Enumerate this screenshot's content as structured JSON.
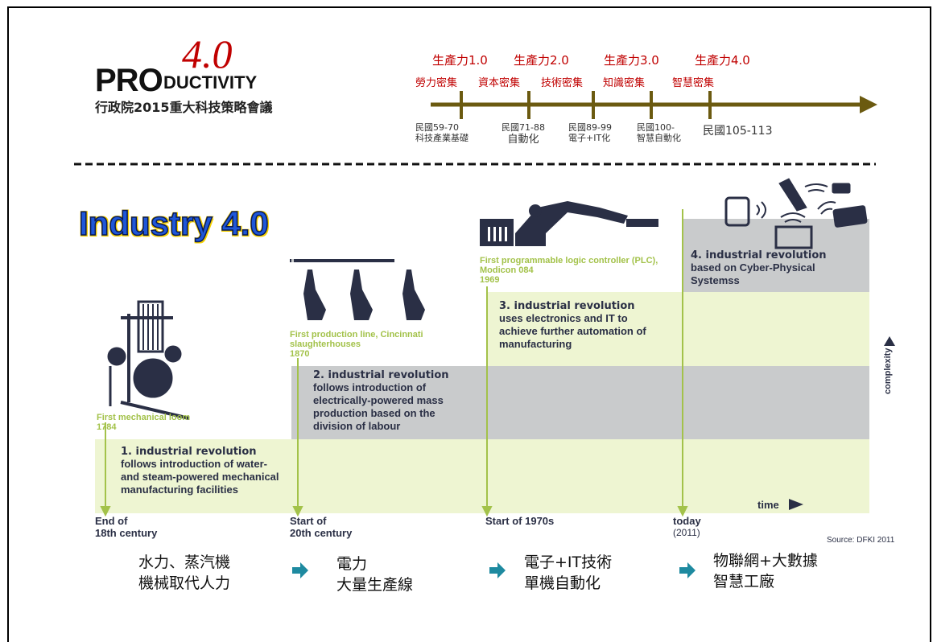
{
  "logo": {
    "pro": "PRO",
    "ductivity": "DUCTIVITY",
    "version": "4.0",
    "subtitle": "行政院2015重大科技策略會議"
  },
  "timeline": {
    "eras": [
      {
        "label": "生產力1.0",
        "sub": "勞力密集"
      },
      {
        "label": "生產力2.0",
        "sub": "資本密集"
      },
      {
        "label": "",
        "sub": "技術密集"
      },
      {
        "label": "生產力3.0",
        "sub": "知識密集"
      },
      {
        "label": "生產力4.0",
        "sub": "智慧密集"
      }
    ],
    "ticks": [
      {
        "line1": "民國59-70",
        "line2": "科技產業基礎"
      },
      {
        "line1": "民國71-88",
        "line2": "自動化"
      },
      {
        "line1": "民國89-99",
        "line2": "電子+IT化"
      },
      {
        "line1": "民國100-",
        "line2": "智慧自動化"
      },
      {
        "line1": "民國105-113",
        "line2": ""
      }
    ]
  },
  "diagram": {
    "title": "Industry 4.0",
    "revolutions": [
      {
        "title": "1. industrial revolution",
        "desc": "follows introduction of water- and steam-powered mechanical manufacturing facilities",
        "note_line1": "First mechanical loom",
        "note_line2": "1784"
      },
      {
        "title": "2. industrial revolution",
        "desc": "follows introduction of electrically-powered mass production based on the division of labour",
        "note_line1": "First production line, Cincinnati slaughterhouses",
        "note_line2": "1870"
      },
      {
        "title": "3. industrial revolution",
        "desc": "uses electronics and IT to achieve further automation of manufacturing",
        "note_line1": "First programmable logic controller (PLC), Modicon 084",
        "note_line2": "1969"
      },
      {
        "title": "4. industrial revolution",
        "desc": "based on Cyber-Physical Systemss",
        "note_line1": "",
        "note_line2": ""
      }
    ],
    "axis": [
      {
        "line1": "End of",
        "line2": "18th century"
      },
      {
        "line1": "Start of",
        "line2": "20th century"
      },
      {
        "line1": "Start of 1970s",
        "line2": ""
      },
      {
        "line1": "today",
        "line2": "(2011)"
      }
    ],
    "time_label": "time",
    "complexity_label": "complexity",
    "source": "Source: DFKI 2011"
  },
  "summary": [
    {
      "line1": "水力、蒸汽機",
      "line2": "機械取代人力"
    },
    {
      "line1": "電力",
      "line2": "大量生產線"
    },
    {
      "line1": "電子+IT技術",
      "line2": "單機自動化"
    },
    {
      "line1": "物聯網+大數據",
      "line2": "智慧工廠"
    }
  ],
  "colors": {
    "era_red": "#c00000",
    "timeline_olive": "#6b5a10",
    "band_green": "#eef5d2",
    "band_gray": "#c9cbcc",
    "icon_navy": "#2a2f45",
    "arrow_teal": "#1e8aa0"
  }
}
